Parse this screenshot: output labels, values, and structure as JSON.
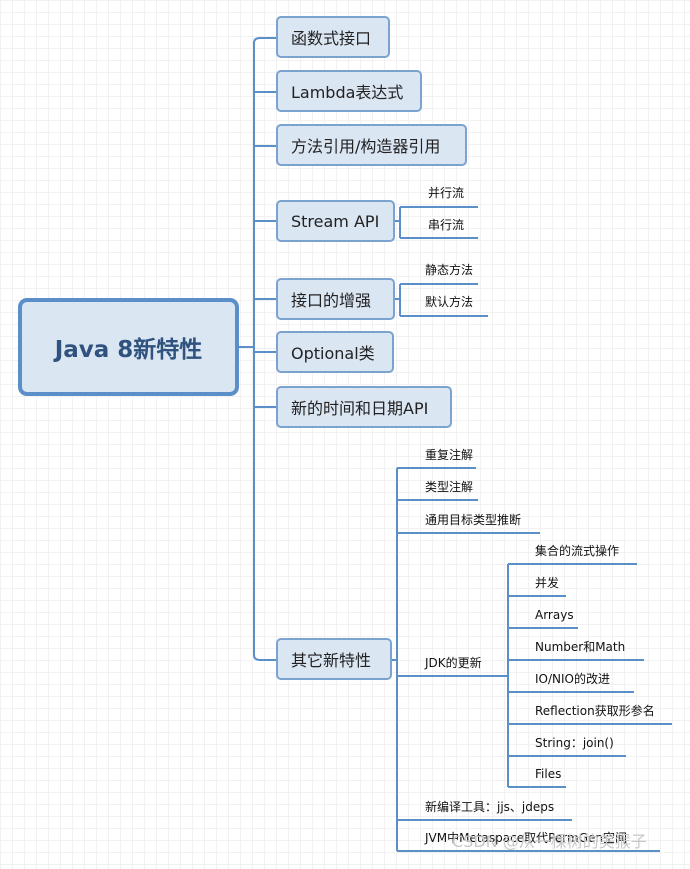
{
  "root": "Java 8新特性",
  "branches": [
    "函数式接口",
    "Lambda表达式",
    "方法引用/构造器引用",
    "Stream API",
    "接口的增强",
    "Optional类",
    "新的时间和日期API",
    "其它新特性"
  ],
  "stream": [
    "并行流",
    "串行流"
  ],
  "iface": [
    "静态方法",
    "默认方法"
  ],
  "other": {
    "items": [
      "重复注解",
      "类型注解",
      "通用目标类型推断",
      "JDK的更新",
      "新编译工具：jjs、jdeps",
      "JVM中Metaspace取代PermGen空间"
    ],
    "jdk": [
      "集合的流式操作",
      "并发",
      "Arrays",
      "Number和Math",
      "IO/NIO的改进",
      "Reflection获取形参名",
      "String：join()",
      "Files"
    ]
  },
  "watermark": "CSDN @从一棵树的美猴子",
  "colors": {
    "line": "#5b8fc9",
    "box_fill": "#dbe6f3",
    "box_border": "#7ba3d0",
    "root_text": "#2f527f"
  }
}
